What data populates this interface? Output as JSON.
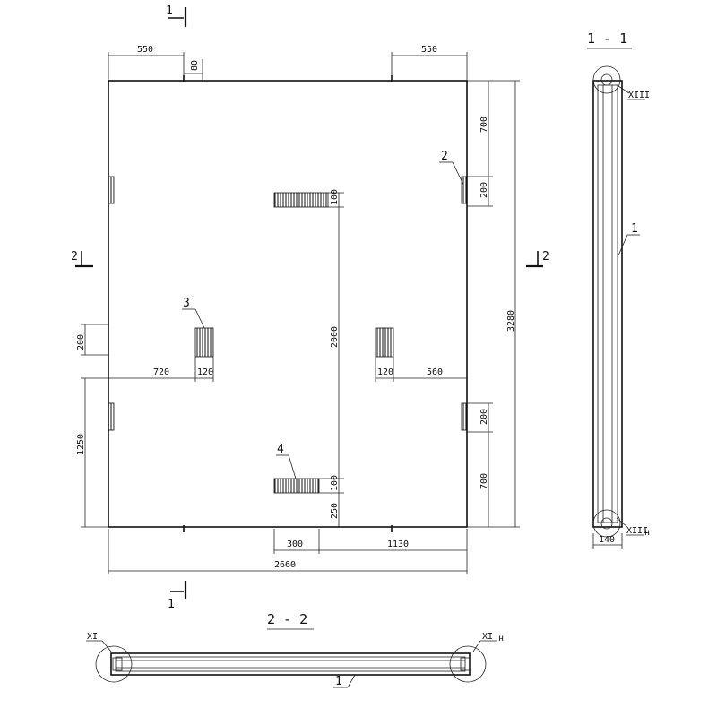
{
  "section_marks": {
    "s1_top": "1",
    "s1_bottom": "1",
    "s2_left": "2",
    "s2_right": "2"
  },
  "dimensions": {
    "top_left_550": "550",
    "top_right_550": "550",
    "top_80": "80",
    "right_700_top": "700",
    "right_200_top": "200",
    "right_3280": "3280",
    "right_200_bottom": "200",
    "right_700_bottom": "700",
    "left_200": "200",
    "left_1250": "1250",
    "center_100_top": "100",
    "center_2000": "2000",
    "center_100_bottom": "100",
    "center_250": "250",
    "mid_720": "720",
    "mid_120_left": "120",
    "mid_120_right": "120",
    "mid_560": "560",
    "bottom_300": "300",
    "bottom_1130": "1130",
    "bottom_2660": "2660"
  },
  "callouts": {
    "c1_side": "1",
    "c1_bottom": "1",
    "c2": "2",
    "c3": "3",
    "c4": "4"
  },
  "section_views": {
    "side_title": "1 - 1",
    "bottom_title": "2 - 2",
    "side_width": "140"
  },
  "detail_marks": {
    "xiii_top": "XIII",
    "xiii_bottom": "XIII",
    "xiii_bottom_suffix": "н",
    "xi_left": "XI",
    "xi_right": "XI",
    "xi_right_suffix": "н"
  }
}
